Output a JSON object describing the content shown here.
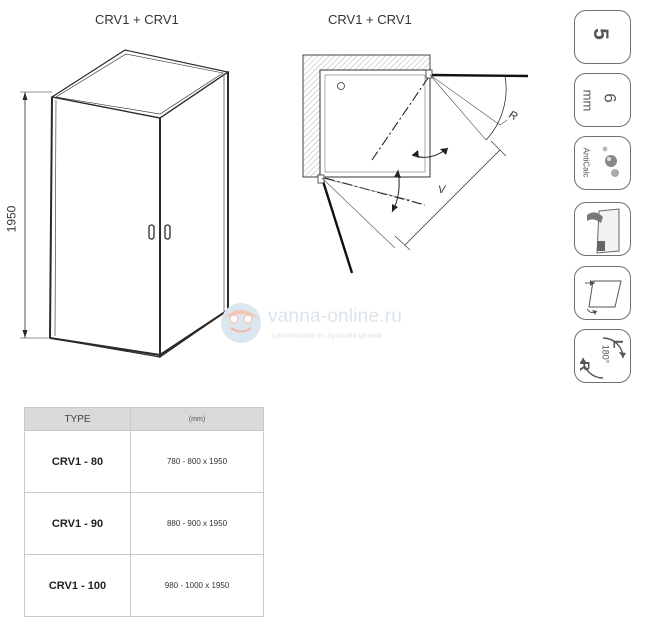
{
  "diagram": {
    "view_3d_title": "CRV1 + CRV1",
    "view_top_title": "CRV1 + CRV1",
    "height_label": "1950",
    "radius_label": "R",
    "width_label": "V"
  },
  "icons": {
    "hinge_count": "5",
    "glass_thickness": "6",
    "glass_unit": "mm",
    "coating": "AntiCalc",
    "rotation_angle": "180°",
    "side_left": "L",
    "side_right": "R"
  },
  "watermark": {
    "site": "vanna-online.ru",
    "tagline": "сантехника по лучшим ценам"
  },
  "table": {
    "header_type": "TYPE",
    "header_unit": "(mm)",
    "rows": [
      {
        "type": "CRV1 - 80",
        "dims": "780 - 800 x 1950"
      },
      {
        "type": "CRV1 - 90",
        "dims": "880 - 900 x 1950"
      },
      {
        "type": "CRV1 - 100",
        "dims": "980 - 1000 x 1950"
      }
    ]
  },
  "colors": {
    "line": "#2a2a2a",
    "badge_border": "#6f6f6f",
    "table_header": "#d9d9d9"
  }
}
